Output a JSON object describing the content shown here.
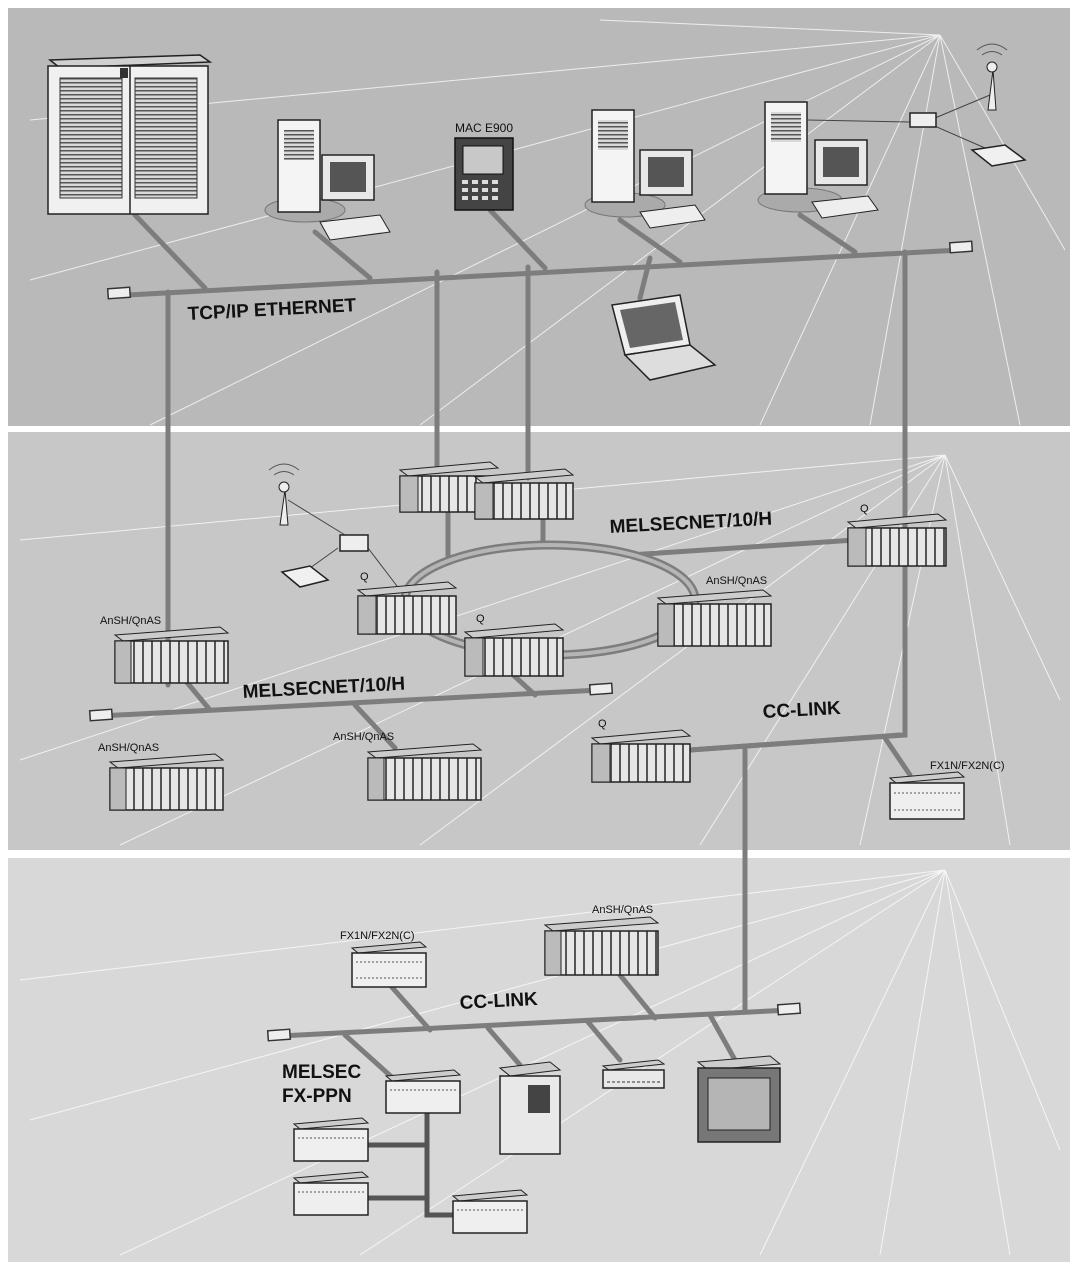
{
  "panels": {
    "top": {
      "network": "TCP/IP ETHERNET",
      "device_label": "MAC E900"
    },
    "middle": {
      "ring_network": "MELSECNET/10/H",
      "bus_network": "MELSECNET/10/H",
      "field_network": "CC-LINK",
      "plc_labels": {
        "q_right": "Q",
        "q_ring_left": "Q",
        "q_ring_center": "Q",
        "ansh_ring": "AnSH/QnAS",
        "ansh_left": "AnSH/QnAS",
        "ansh_bottom_left": "AnSH/QnAS",
        "ansh_bottom_mid": "AnSH/QnAS",
        "q_cclink": "Q",
        "fx_right": "FX1N/FX2N(C)"
      }
    },
    "bottom": {
      "network": "CC-LINK",
      "fx_label": "FX1N/FX2N(C)",
      "ansh_label": "AnSH/QnAS",
      "melsec_line1": "MELSEC",
      "melsec_line2": "FX-PPN"
    }
  },
  "colors": {
    "panel_top": "#b9b9b9",
    "panel_middle": "#c7c7c7",
    "panel_bottom": "#d8d8d8",
    "cable": "#7d7d7d",
    "cable_dark": "#555555",
    "device_light": "#f2f2f2",
    "device_dark": "#3a3a3a"
  }
}
